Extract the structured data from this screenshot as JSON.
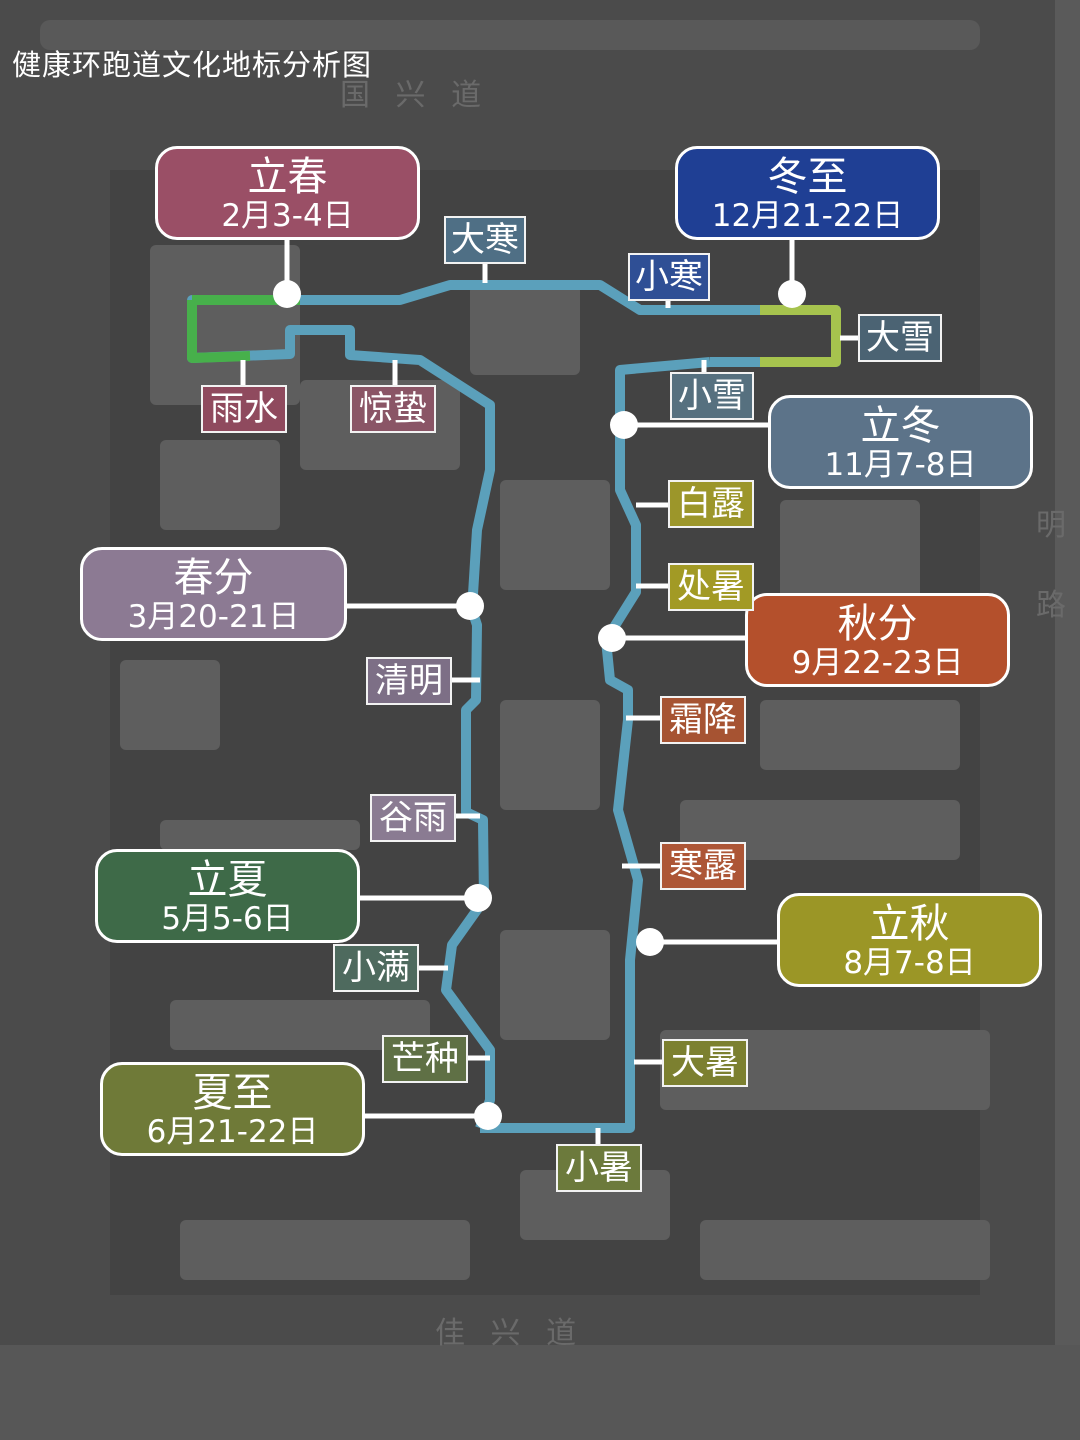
{
  "title": "健康环跑道文化地标分析图",
  "major_terms": [
    {
      "name": "立春",
      "date": "2月3-4日",
      "color": "#9a4f66"
    },
    {
      "name": "冬至",
      "date": "12月21-22日",
      "color": "#1f3f94"
    },
    {
      "name": "立冬",
      "date": "11月7-8日",
      "color": "#5c7389"
    },
    {
      "name": "春分",
      "date": "3月20-21日",
      "color": "#8c7a93"
    },
    {
      "name": "秋分",
      "date": "9月22-23日",
      "color": "#b4502c"
    },
    {
      "name": "立夏",
      "date": "5月5-6日",
      "color": "#3e6a48"
    },
    {
      "name": "立秋",
      "date": "8月7-8日",
      "color": "#9b9626"
    },
    {
      "name": "夏至",
      "date": "6月21-22日",
      "color": "#6f7a38"
    }
  ],
  "minor_terms": [
    {
      "name": "大寒",
      "color": "#4f6f85"
    },
    {
      "name": "小寒",
      "color": "#2f4f95"
    },
    {
      "name": "大雪",
      "color": "#4b6373"
    },
    {
      "name": "小雪",
      "color": "#56707f"
    },
    {
      "name": "雨水",
      "color": "#8f4a5e"
    },
    {
      "name": "惊蛰",
      "color": "#8a5566"
    },
    {
      "name": "白露",
      "color": "#9c962a"
    },
    {
      "name": "处暑",
      "color": "#a29a25"
    },
    {
      "name": "霜降",
      "color": "#a65332"
    },
    {
      "name": "清明",
      "color": "#7d6f86"
    },
    {
      "name": "谷雨",
      "color": "#8a7b92"
    },
    {
      "name": "寒露",
      "color": "#ad5636"
    },
    {
      "name": "小满",
      "color": "#4e6a5e"
    },
    {
      "name": "芒种",
      "color": "#5f7045"
    },
    {
      "name": "大暑",
      "color": "#7c8030"
    },
    {
      "name": "小暑",
      "color": "#6c7a3c"
    }
  ],
  "roads": [
    {
      "label": "国 兴 道"
    },
    {
      "label": "佳 兴 道"
    },
    {
      "label": "明"
    },
    {
      "label": "路"
    }
  ],
  "route_colors": {
    "main": "#5ba0bb",
    "green": "#4caf50",
    "lime": "#a6c34e"
  }
}
